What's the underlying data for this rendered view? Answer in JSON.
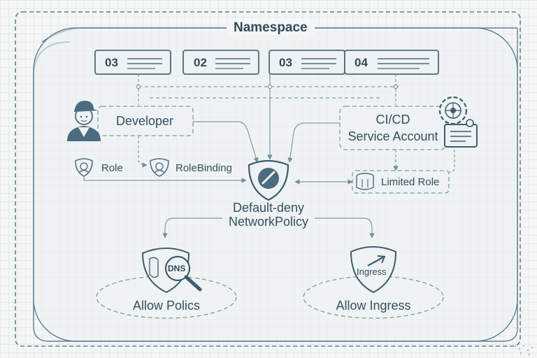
{
  "namespace": {
    "title": "Namespace"
  },
  "pods": [
    {
      "label": "03"
    },
    {
      "label": "02"
    },
    {
      "label": "03"
    },
    {
      "label": "04"
    }
  ],
  "developer": {
    "label": "Developer"
  },
  "role": {
    "label": "Role"
  },
  "role_binding": {
    "label": "RoleBinding"
  },
  "cicd": {
    "line1": "CI/CD",
    "line2": "Service Account"
  },
  "limited_role": {
    "label": "Limited Role"
  },
  "policy": {
    "line1": "Default-deny",
    "line2": "NetworkPolicy"
  },
  "allow_dns": {
    "icon_text": "DNS",
    "label": "Allow Polics"
  },
  "allow_ingress": {
    "icon_text": "Ingress",
    "label": "Allow Ingress"
  },
  "colors": {
    "stroke": "#5f7f93",
    "ink": "#2f4a5c",
    "fill": "#eef2f4",
    "accent": "#e9eef1"
  }
}
